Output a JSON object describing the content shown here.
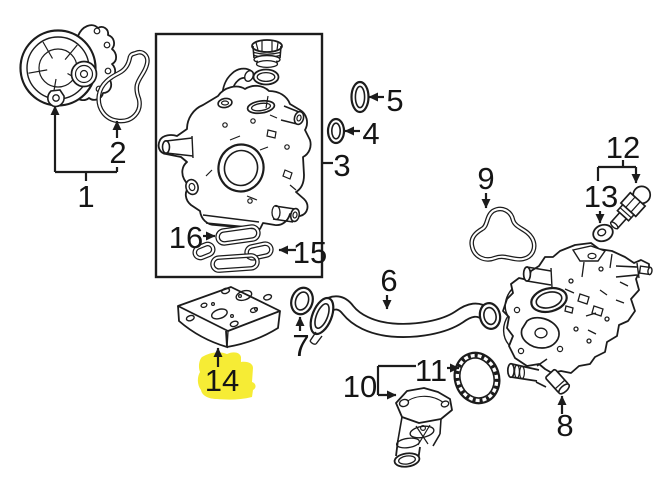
{
  "diagram": {
    "background": "#ffffff",
    "line_color": "#1c1c1c",
    "description_labels_visible": [
      "1",
      "2",
      "3",
      "4",
      "5",
      "6",
      "7",
      "8",
      "9",
      "10",
      "11",
      "12",
      "13",
      "14",
      "15",
      "16"
    ]
  },
  "highlight": {
    "part": "14",
    "color": "#f6ec35"
  },
  "labels": {
    "p1": "1",
    "p2": "2",
    "p3": "3",
    "p4": "4",
    "p5": "5",
    "p6": "6",
    "p7": "7",
    "p8": "8",
    "p9": "9",
    "p10": "10",
    "p11": "11",
    "p12": "12",
    "p13": "13",
    "p14": "14",
    "p15": "15",
    "p16": "16"
  }
}
